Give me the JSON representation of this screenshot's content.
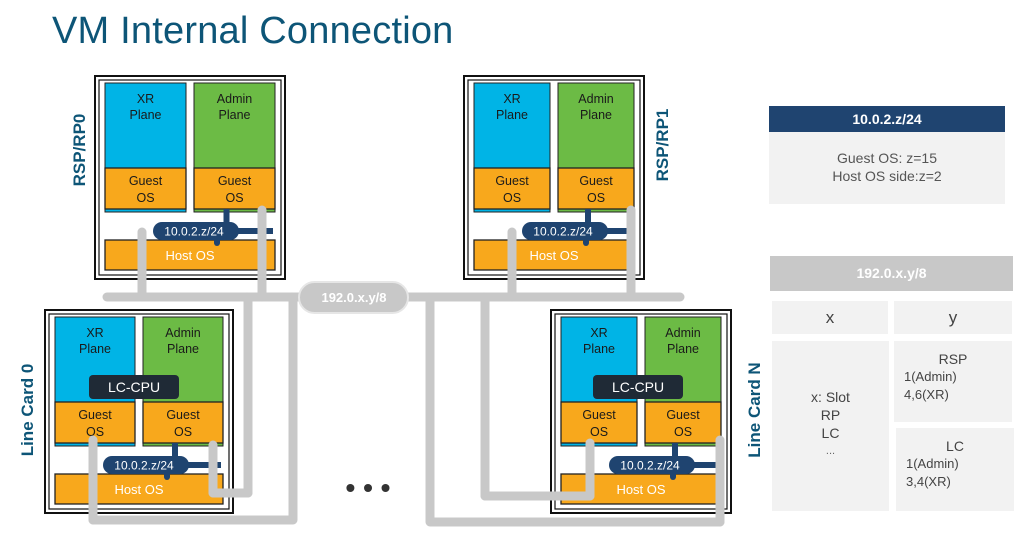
{
  "title": "VM Internal Connection",
  "colors": {
    "title": "#0d5577",
    "xr_plane": "#00b4e6",
    "admin_plane": "#6cbb45",
    "guest_os": "#f8a81c",
    "host_os": "#f8a81c",
    "pill": "#1f4470",
    "bus": "#c8c8c8",
    "lc_cpu": "#1f2a36"
  },
  "cards": [
    {
      "label": "RSP/RP0",
      "xr": [
        "XR",
        "Plane"
      ],
      "admin": [
        "Admin",
        "Plane"
      ],
      "guest": [
        "Guest",
        "OS"
      ],
      "host": "Host OS",
      "pill": "10.0.2.z/24",
      "lc_cpu": null
    },
    {
      "label": "RSP/RP1",
      "xr": [
        "XR",
        "Plane"
      ],
      "admin": [
        "Admin",
        "Plane"
      ],
      "guest": [
        "Guest",
        "OS"
      ],
      "host": "Host OS",
      "pill": "10.0.2.z/24",
      "lc_cpu": null
    },
    {
      "label": "Line Card 0",
      "xr": [
        "XR",
        "Plane"
      ],
      "admin": [
        "Admin",
        "Plane"
      ],
      "guest": [
        "Guest",
        "OS"
      ],
      "host": "Host OS",
      "pill": "10.0.2.z/24",
      "lc_cpu": "LC-CPU"
    },
    {
      "label": "Line Card N",
      "xr": [
        "XR",
        "Plane"
      ],
      "admin": [
        "Admin",
        "Plane"
      ],
      "guest": [
        "Guest",
        "OS"
      ],
      "host": "Host OS",
      "pill": "10.0.2.z/24",
      "lc_cpu": "LC-CPU"
    }
  ],
  "bus_label": "192.0.x.y/8",
  "ellipsis": "• • •",
  "table1": {
    "header": "10.0.2.z/24",
    "lines": [
      "Guest OS: z=15",
      "Host OS side:z=2"
    ]
  },
  "table2": {
    "header": "192.0.x.y/8",
    "col_x": "x",
    "col_y": "y",
    "x_cell": [
      "x: Slot",
      "RP",
      "LC",
      "..."
    ],
    "rsp_cell": {
      "title": "RSP",
      "lines": [
        "1(Admin)",
        "4,6(XR)"
      ]
    },
    "lc_cell": {
      "title": "LC",
      "lines": [
        "1(Admin)",
        "3,4(XR)"
      ]
    }
  }
}
